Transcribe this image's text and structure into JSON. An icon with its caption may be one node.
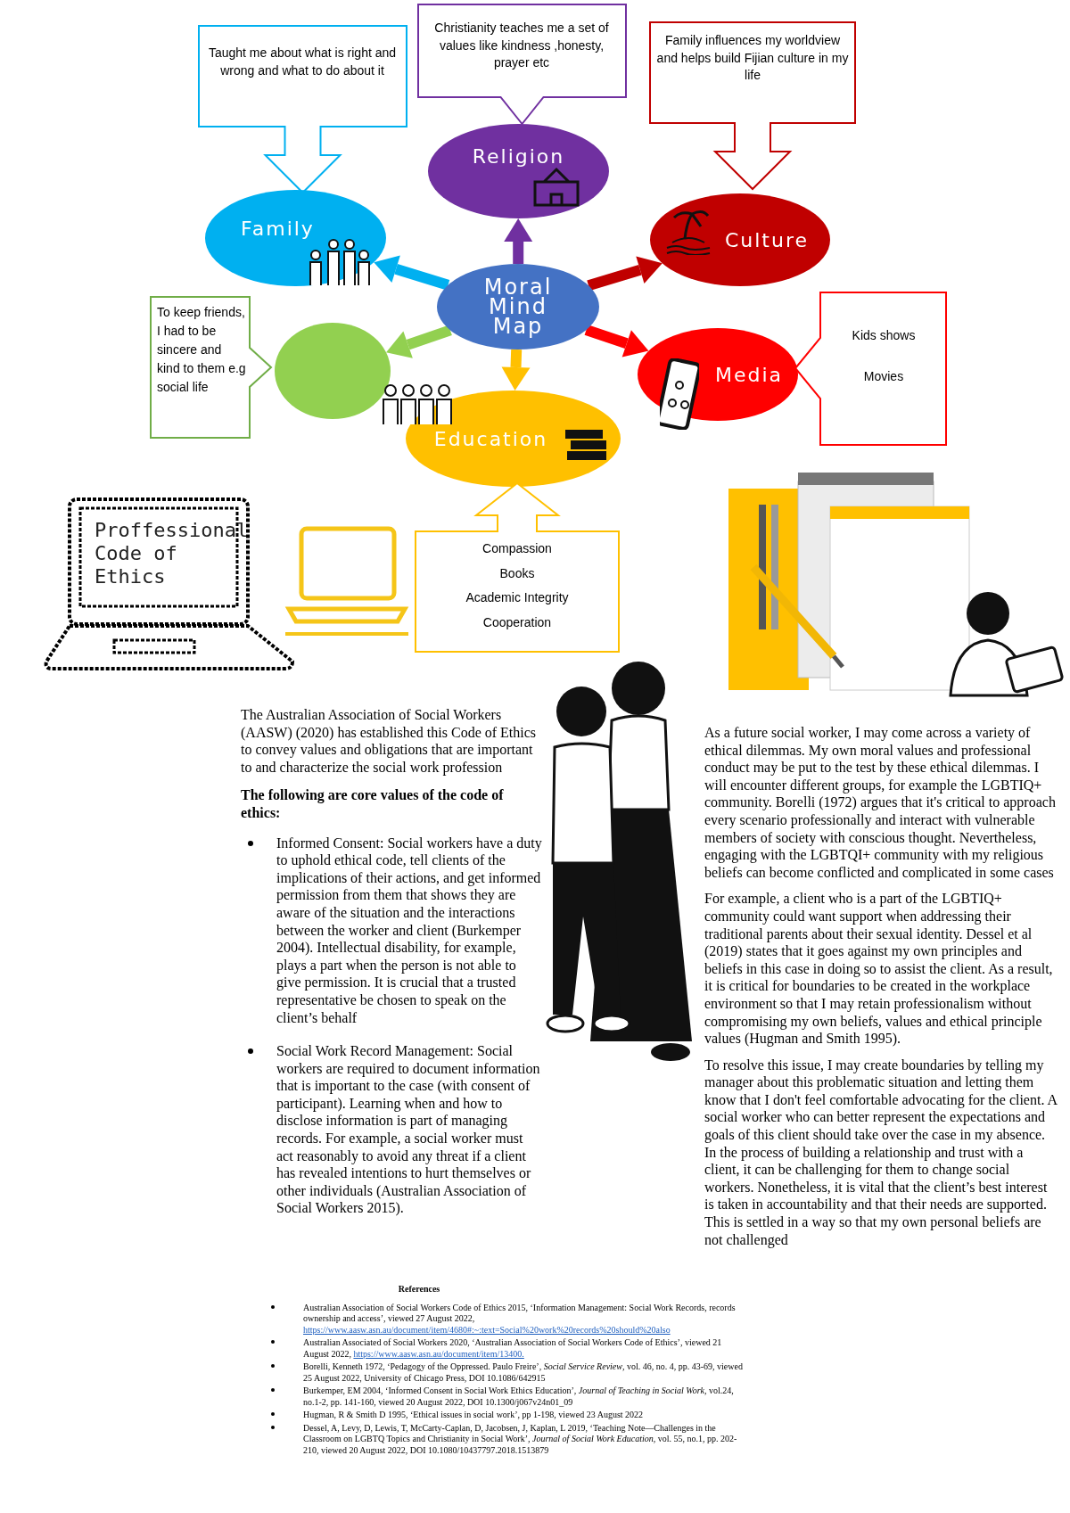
{
  "diagram": {
    "nodes": [
      {
        "text": [
          "Taught me about what is right and wrong and what to do about it"
        ]
      },
      {
        "text": [
          "Christianity teaches me  a set of values like  kindness ,honesty, prayer etc"
        ]
      },
      {
        "text": [
          "Family influences my worldview and helps build Fijian culture in my life"
        ]
      },
      {
        "text": [
          "Religion"
        ]
      },
      {
        "text": [
          "Family"
        ]
      },
      {
        "text": [
          "Culture"
        ]
      },
      {
        "text": [
          "Moral Mind Map"
        ]
      },
      {
        "text": [
          "To keep friends, I had to be sincere and kind to them e.g social life"
        ]
      },
      {
        "text": [],
        "shape": "ellipse"
      },
      {
        "text": [
          "Media"
        ]
      },
      {
        "text": [
          "Kids shows",
          "Movies"
        ]
      },
      {
        "text": [
          "Education"
        ]
      },
      {
        "text": [
          "Compassion",
          "Books",
          "Academic Integrity",
          "Cooperation"
        ]
      }
    ],
    "edges": [
      {
        "from": 6,
        "to": 3,
        "arrow": "to",
        "color": "#7030a0"
      },
      {
        "from": 6,
        "to": 4,
        "arrow": "to",
        "color": "#00b0f0"
      },
      {
        "from": 6,
        "to": 5,
        "arrow": "to",
        "color": "#c00000"
      },
      {
        "from": 6,
        "to": 8,
        "arrow": "to",
        "color": "#92d050"
      },
      {
        "from": 6,
        "to": 9,
        "arrow": "to",
        "color": "#ff0000"
      },
      {
        "from": 6,
        "to": 11,
        "arrow": "to",
        "color": "#ffc000"
      }
    ],
    "labels": [
      "Proffessional Code of Ethics",
      "The Australian Association of Social Workers (AASW) (2020) has established this Code of Ethics to convey values and obligations that are important to and characterize the social work profession",
      "The following are core values of the code of ethics:",
      "Informed Consent: Social workers have a duty to uphold ethical code, tell clients of the implications of their actions, and get informed permission from them that shows they are aware of the situation and the interactions between the worker and client (Burkemper 2004). Intellectual disability, for example, plays a part when the person is not able to give permission. It is crucial that a trusted representative be chosen to speak on the client’s behalf",
      "Social Work Record Management: Social workers are required to document information that is important to the case (with consent of participant). Learning when and how to disclose information is part of managing records. For example, a social worker must act reasonably to avoid any threat if a client has revealed intentions to hurt themselves or other individuals (Australian Association of Social Workers 2015).",
      "As a future social worker, I may come across a variety of ethical dilemmas. My own moral values and professional conduct may be put to the test by these ethical dilemmas. I will encounter different groups, for example the LGBTIQ+ community. Borelli (1972) argues that it's critical to approach every scenario professionally and interact with vulnerable members of society with conscious thought. Nevertheless, engaging with the LGBTQI+ community with my religious beliefs can become conflicted and complicated in some cases",
      "For example, a client who is a part of the LGBTIQ+ community could want support when addressing their traditional parents about their sexual identity. Dessel et al (2019) states that it goes against my own principles and beliefs in this case in doing so to assist the client. As a result, it is critical for boundaries to be created in the workplace environment so that I may retain professionalism without compromising my own beliefs, values and ethical principle values (Hugman and Smith 1995).",
      "To resolve this issue, I may create boundaries by telling my manager about this problematic situation and letting them know that I don't feel comfortable advocating for the client. A social worker who can better represent the expectations and goals of this client should take over the case in my absence. In the process of building a relationship and trust with a client, it can be challenging for them to change social workers. Nonetheless, it is vital that the client’s best interest is taken in accountability and that their needs are supported. This is settled in a way so that my own personal beliefs are not challenged",
      "References",
      "Australian Association of Social Workers Code of Ethics 2015, ‘Information Management: Social Work Records, records ownership and access’, viewed 27 August 2022,",
      "https://www.aasw.asn.au/document/item/4680#:~:text=Social%20work%20records%20should%20also",
      "Australian Associated of Social Workers 2020, ‘Australian Association of Social Workers Code of Ethics’, viewed 21 August 2022,",
      "https://www.aasw.asn.au/document/item/13400.",
      "Borelli, Kenneth 1972, ‘Pedagogy of the Oppressed. Paulo Freire’, *Social Service Review*, vol. 46, no. 4, pp. 43-69, viewed 25 August 2022, University of Chicago Press, DOI 10.1086/642915",
      "Burkemper, EM 2004, ‘Informed Consent in Social Work Ethics Education’, *Journal of Teaching in Social Work*, vol.24, no.1-2, pp. 141-160, viewed 20 August 2022, DOI 10.1300/j067v24n01_09",
      "Hugman, R & Smith D 1995, ‘Ethical issues in social work’, pp 1-198, viewed 23 August 2022",
      "Dessel, A, Levy, D, Lewis, T, McCarty-Caplan, D, Jacobsen, J, Kaplan, L 2019, ‘Teaching Note—Challenges in the Classroom on LGBTQ Topics and Christianity in Social Work’, *Journal of Social Work Education,* vol. 55, no.1, pp. 202-210, viewed 20 August 2022, DOI 10.1080/10437797.2018.1513879"
    ]
  }
}
